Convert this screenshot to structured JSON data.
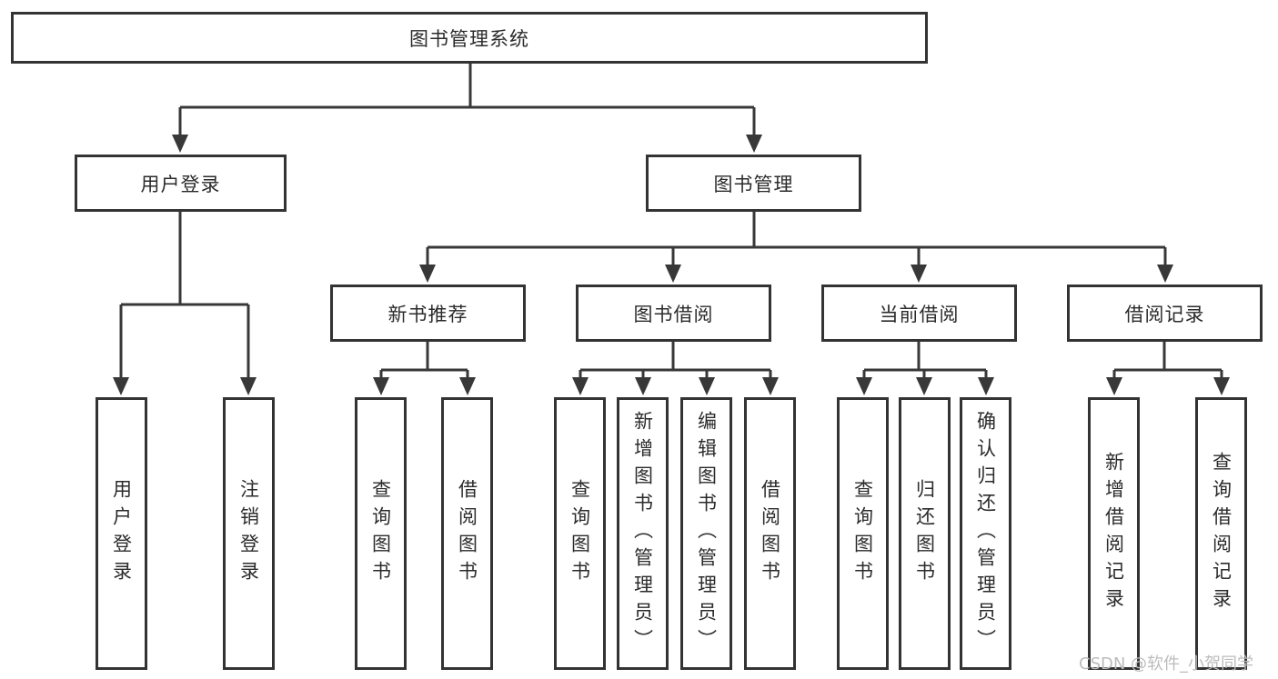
{
  "diagram": {
    "root": "图书管理系统",
    "user_login": {
      "label": "用户登录",
      "children": [
        "用户登录",
        "注销登录"
      ]
    },
    "book_mgmt": {
      "label": "图书管理",
      "sections": [
        {
          "label": "新书推荐",
          "children": [
            "查询图书",
            "借阅图书"
          ]
        },
        {
          "label": "图书借阅",
          "children": [
            "查询图书",
            "新增图书（管理员）",
            "编辑图书（管理员）",
            "借阅图书"
          ]
        },
        {
          "label": "当前借阅",
          "children": [
            "查询图书",
            "归还图书",
            "确认归还（管理员）"
          ]
        },
        {
          "label": "借阅记录",
          "children": [
            "新增借阅记录",
            "查询借阅记录"
          ]
        }
      ]
    },
    "watermark": "CSDN @软件_小贺同学",
    "colors": {
      "line": "#383838",
      "border": "#333333",
      "text": "#2b2b2b",
      "watermark": "#bcbcbc"
    }
  }
}
